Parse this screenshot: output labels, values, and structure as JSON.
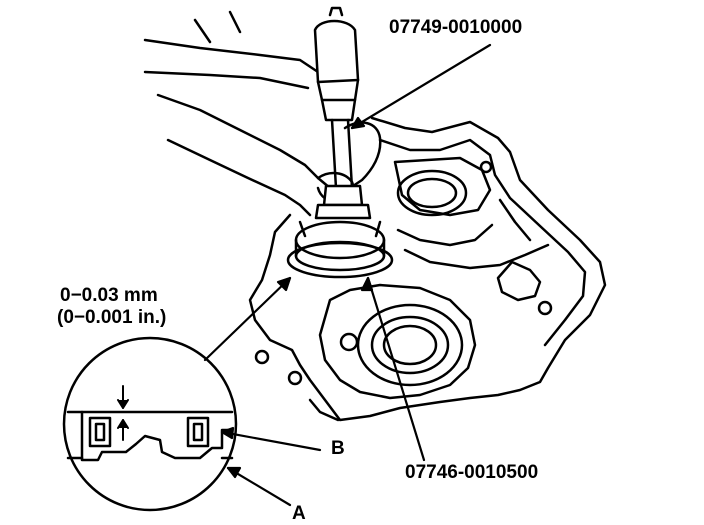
{
  "labels": {
    "tool_driver": "07749-0010000",
    "tool_attachment": "07746-0010500",
    "clearance_mm": "0−0.03 mm",
    "clearance_in": "(0−0.001 in.)",
    "callout_a": "A",
    "callout_b": "B"
  }
}
